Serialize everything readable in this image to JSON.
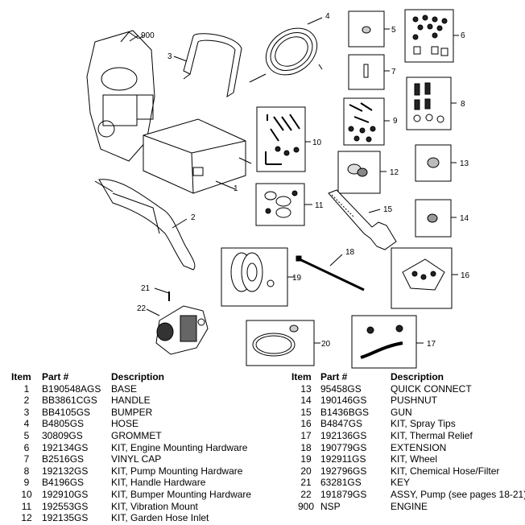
{
  "diagram_labels": {
    "p900": "900",
    "p1": "1",
    "p2": "2",
    "p3": "3",
    "p4": "4",
    "p5": "5",
    "p6": "6",
    "p7": "7",
    "p8": "8",
    "p9": "9",
    "p10": "10",
    "p11": "11",
    "p12": "12",
    "p13": "13",
    "p14": "14",
    "p15": "15",
    "p16": "16",
    "p17": "17",
    "p18": "18",
    "p19": "19",
    "p20": "20",
    "p21": "21",
    "p22": "22"
  },
  "table": {
    "headers": {
      "item": "Item",
      "part": "Part #",
      "description": "Description"
    },
    "left": [
      {
        "item": "1",
        "part": "B190548AGS",
        "description": "BASE"
      },
      {
        "item": "2",
        "part": "BB3861CGS",
        "description": "HANDLE"
      },
      {
        "item": "3",
        "part": "BB4105GS",
        "description": "BUMPER"
      },
      {
        "item": "4",
        "part": "B4805GS",
        "description": "HOSE"
      },
      {
        "item": "5",
        "part": "30809GS",
        "description": "GROMMET"
      },
      {
        "item": "6",
        "part": "192134GS",
        "description": "KIT, Engine Mounting Hardware"
      },
      {
        "item": "7",
        "part": "B2516GS",
        "description": "VINYL CAP"
      },
      {
        "item": "8",
        "part": "192132GS",
        "description": "KIT, Pump Mounting Hardware"
      },
      {
        "item": "9",
        "part": "B4196GS",
        "description": "KIT, Handle Hardware"
      },
      {
        "item": "10",
        "part": "192910GS",
        "description": "KIT, Bumper Mounting Hardware"
      },
      {
        "item": "11",
        "part": "192553GS",
        "description": "KIT, Vibration Mount"
      },
      {
        "item": "12",
        "part": "192135GS",
        "description": "KIT, Garden Hose Inlet"
      }
    ],
    "right": [
      {
        "item": "13",
        "part": "95458GS",
        "description": "QUICK CONNECT"
      },
      {
        "item": "14",
        "part": "190146GS",
        "description": "PUSHNUT"
      },
      {
        "item": "15",
        "part": "B1436BGS",
        "description": "GUN"
      },
      {
        "item": "16",
        "part": "B4847GS",
        "description": "KIT, Spray Tips"
      },
      {
        "item": "17",
        "part": "192136GS",
        "description": "KIT, Thermal Relief"
      },
      {
        "item": "18",
        "part": "190779GS",
        "description": "EXTENSION"
      },
      {
        "item": "19",
        "part": "192911GS",
        "description": "KIT, Wheel"
      },
      {
        "item": "20",
        "part": "192796GS",
        "description": "KIT, Chemical Hose/Filter"
      },
      {
        "item": "21",
        "part": "63281GS",
        "description": "KEY"
      },
      {
        "item": "22",
        "part": "191879GS",
        "description": "ASSY, Pump (see pages 18-21)"
      },
      {
        "item": "900",
        "part": "NSP",
        "description": "ENGINE"
      }
    ]
  }
}
